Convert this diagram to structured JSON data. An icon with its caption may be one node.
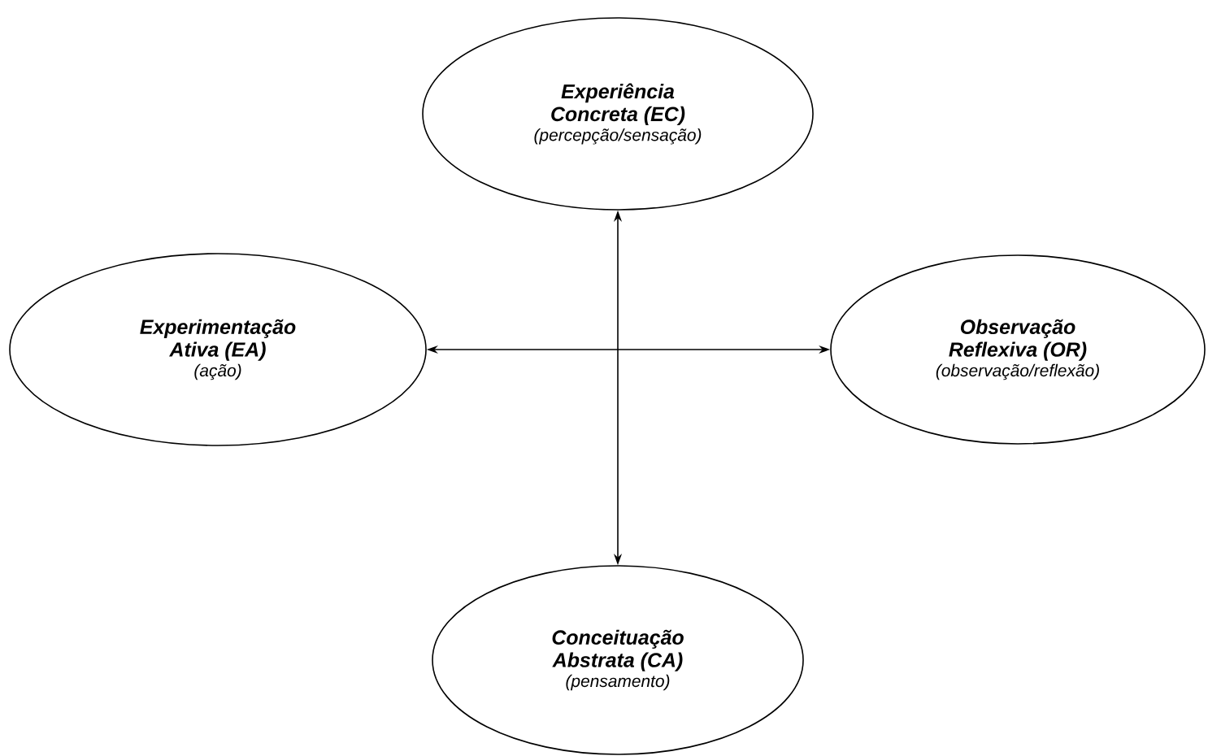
{
  "diagram": {
    "nodes": [
      {
        "text": [
          "Experiência Concreta (EC)",
          "(percepção/sensação)"
        ]
      },
      {
        "text": [
          "Experimentação Ativa (EA)",
          "(ação)"
        ]
      },
      {
        "text": [
          "Observação Reflexiva (OR)",
          "(observação/reflexão)"
        ]
      },
      {
        "text": [
          "Conceituação Abstrata (CA)",
          "(pensamento)"
        ]
      }
    ],
    "edges": [
      {
        "from": 0,
        "to": 3,
        "arrow": "both"
      },
      {
        "from": 1,
        "to": 2,
        "arrow": "both"
      }
    ]
  }
}
